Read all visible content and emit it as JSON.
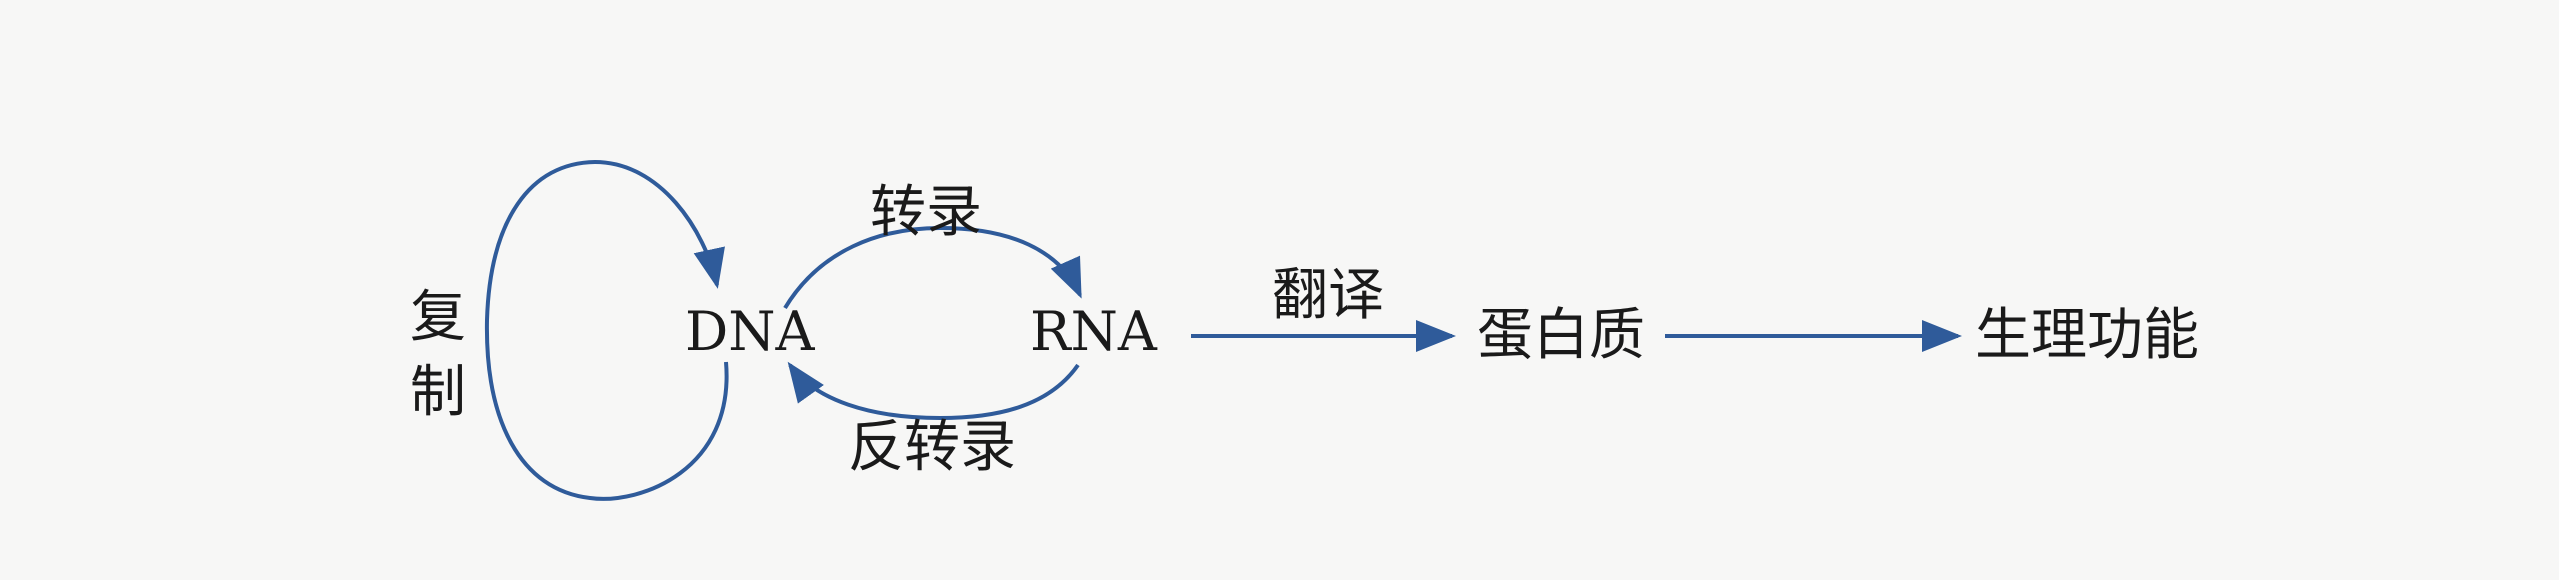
{
  "nodes": {
    "dna": "DNA",
    "rna": "RNA",
    "protein": "蛋白质",
    "function": "生理功能"
  },
  "labels": {
    "replication_1": "复",
    "replication_2": "制",
    "transcription": "转录",
    "reverse_transcription": "反转录",
    "translation": "翻译"
  },
  "colors": {
    "arrow": "#2f5b9a"
  }
}
